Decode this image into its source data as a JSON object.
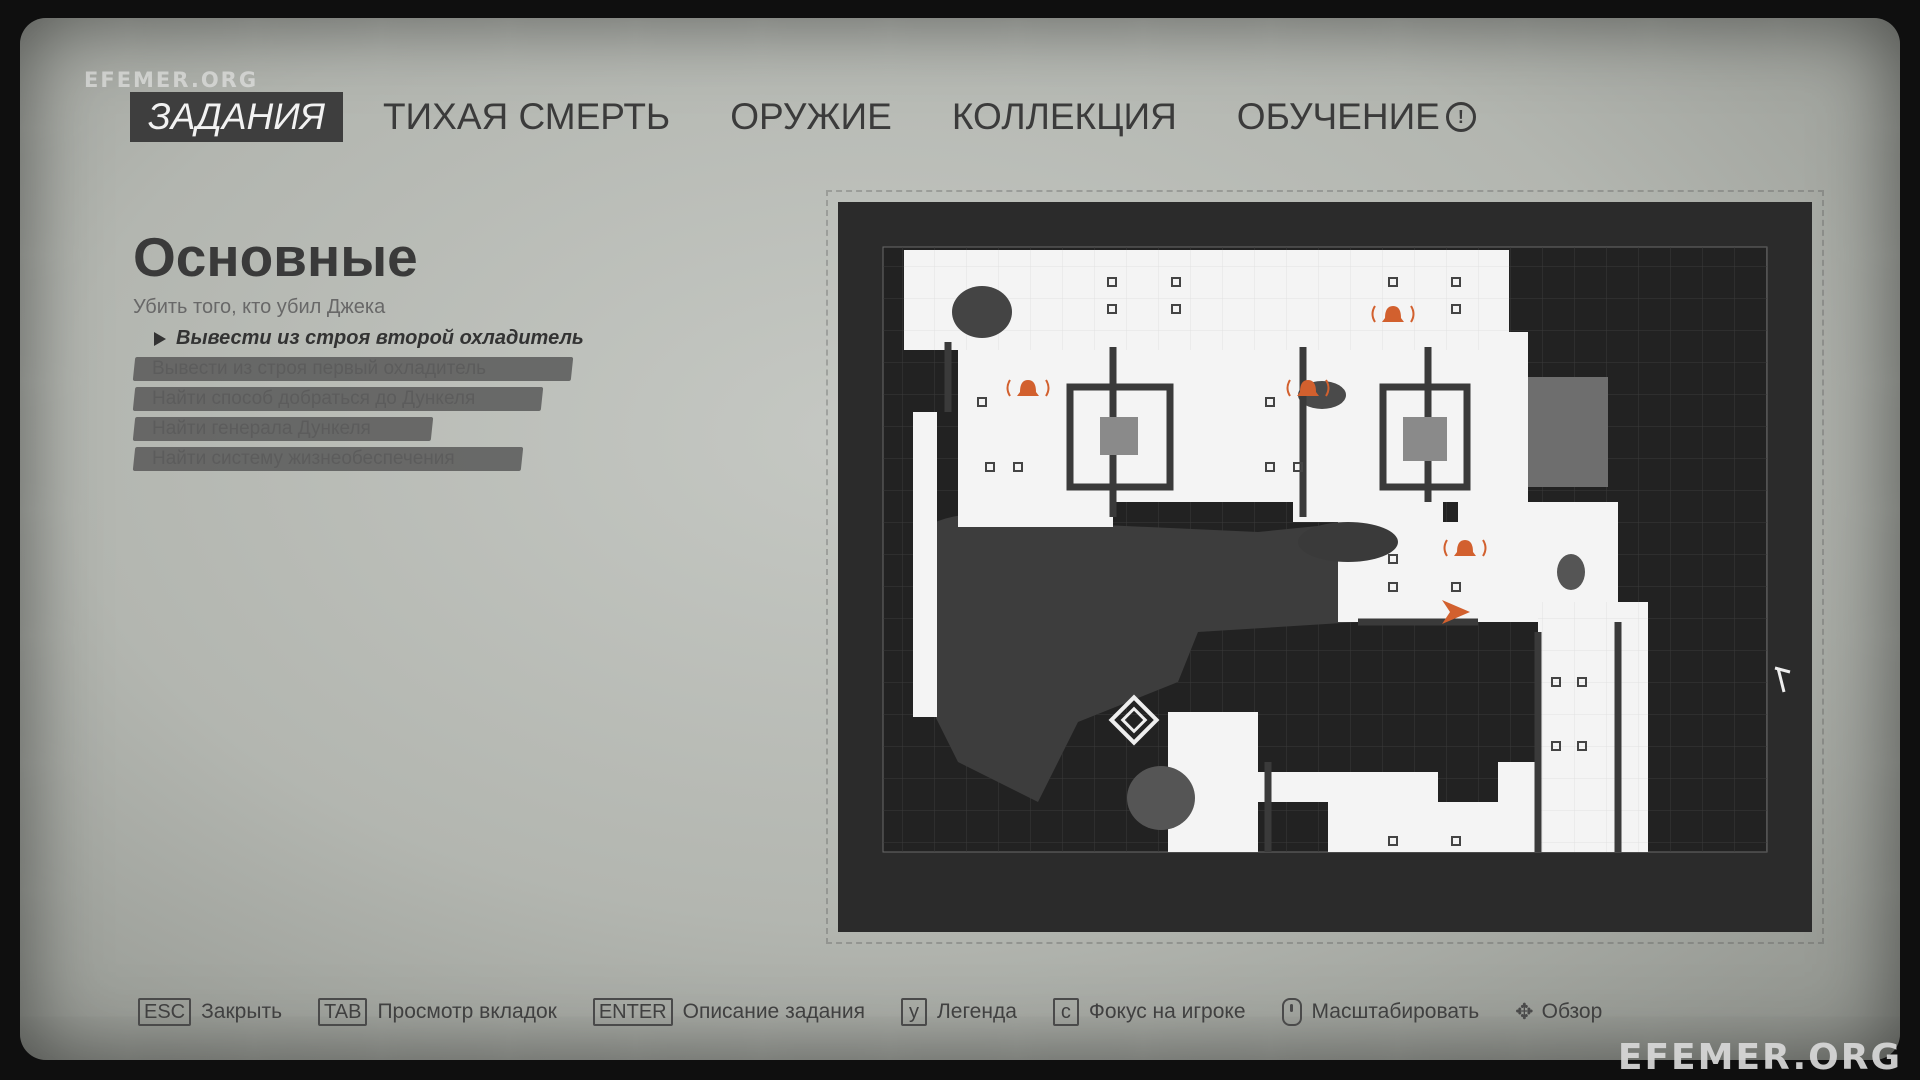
{
  "watermark": {
    "top": "EFEMER.ORG",
    "bottom": "EFEMER.ORG"
  },
  "tabs": [
    {
      "label": "ЗАДАНИЯ",
      "active": true
    },
    {
      "label": "ТИХАЯ СМЕРТЬ",
      "active": false
    },
    {
      "label": "ОРУЖИЕ",
      "active": false
    },
    {
      "label": "КОЛЛЕКЦИЯ",
      "active": false
    },
    {
      "label": "ОБУЧЕНИЕ",
      "active": false,
      "badge": "!"
    }
  ],
  "objectives": {
    "title": "Основные",
    "mission": "Убить того, кто убил Джека",
    "current": "Вывести из строя второй охладитель",
    "completed": [
      "Вывести из строя первый охладитель",
      "Найти способ добраться до Дункеля",
      "Найти генерала Дункеля",
      "Найти систему жизнеобеспечения"
    ]
  },
  "map": {
    "marker_color": "#d2602e",
    "alarm_icon": "alarm-bell-icon",
    "player_icon": "player-arrow-icon",
    "objective_icon": "diamond-target-icon"
  },
  "hotkeys": [
    {
      "key": "ESC",
      "label": "Закрыть"
    },
    {
      "key": "TAB",
      "label": "Просмотр вкладок"
    },
    {
      "key": "ENTER",
      "label": "Описание задания"
    },
    {
      "key": "y",
      "label": "Легенда"
    },
    {
      "key": "c",
      "label": "Фокус на игроке"
    },
    {
      "key": "",
      "label": "Масштабировать",
      "icon": "mouse-wheel-icon"
    },
    {
      "key": "",
      "label": "Обзор",
      "icon": "move-icon"
    }
  ]
}
